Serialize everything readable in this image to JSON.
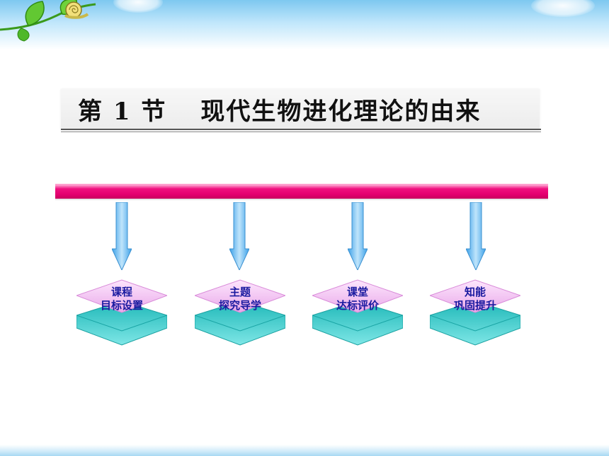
{
  "header": {
    "section_label": "第 1 节",
    "title": "现代生物进化理论的由来"
  },
  "decor": {
    "logo": "leaf-snail-icon",
    "accent_color": "#e4006f",
    "card_top_color": "#f4b8f4",
    "card_side_color": "#2cc8c8",
    "label_color": "#1a1aa0"
  },
  "nav": {
    "items": [
      {
        "line1": "课程",
        "line2": "目标设置",
        "icon": "arrow-down-icon"
      },
      {
        "line1": "主题",
        "line2": "探究导学",
        "icon": "arrow-down-icon"
      },
      {
        "line1": "课堂",
        "line2": "达标评价",
        "icon": "arrow-down-icon"
      },
      {
        "line1": "知能",
        "line2": "巩固提升",
        "icon": "arrow-down-icon"
      }
    ]
  }
}
